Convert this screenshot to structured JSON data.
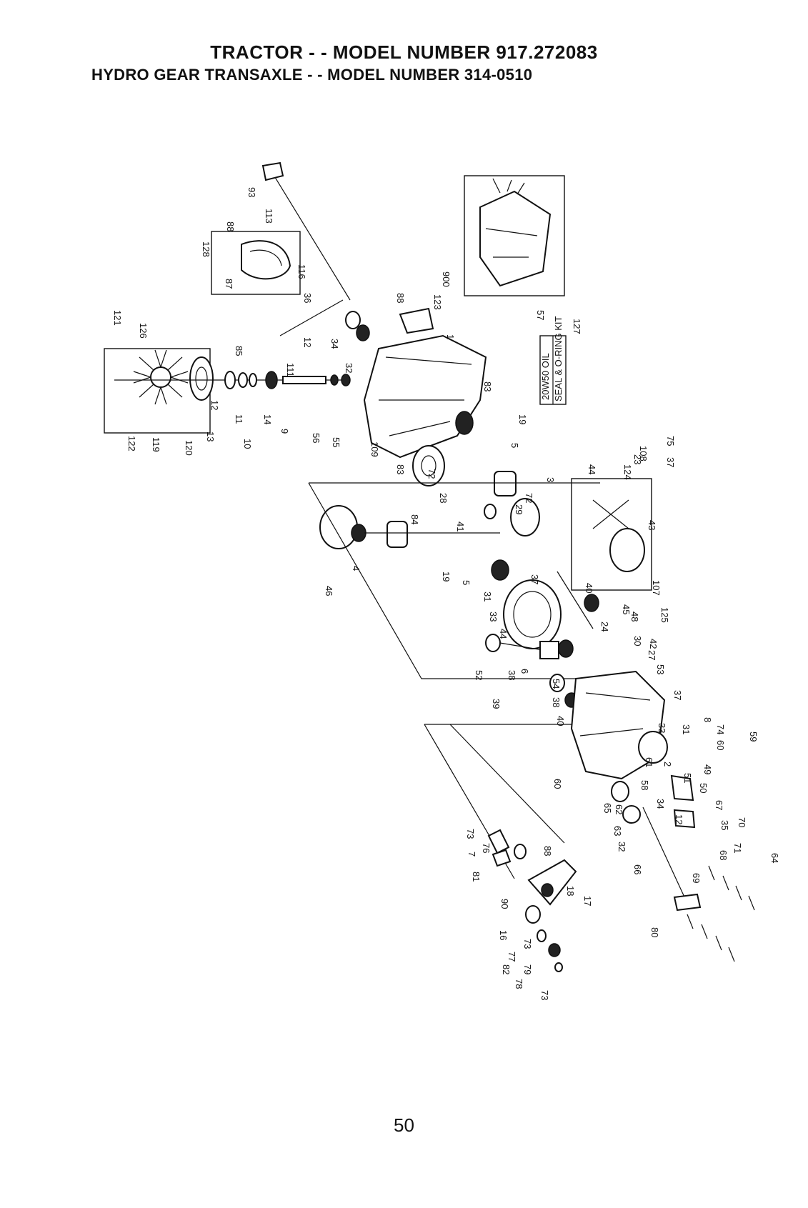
{
  "header": {
    "title_line1": "TRACTOR - - MODEL NUMBER 917.272083",
    "title_line2": "HYDRO GEAR TRANSAXLE - - MODEL NUMBER 314-0510"
  },
  "kit_labels": {
    "oil": "20W50 OIL",
    "seal_kit": "SEAL & O-RING KIT"
  },
  "page_number": "50",
  "callouts": [
    "121",
    "126",
    "122",
    "119",
    "120",
    "13",
    "12",
    "11",
    "10",
    "14",
    "9",
    "56",
    "55",
    "109",
    "85",
    "111",
    "36",
    "116",
    "128",
    "87",
    "88",
    "113",
    "93",
    "12",
    "34",
    "32",
    "88",
    "123",
    "1",
    "83",
    "19",
    "900",
    "57",
    "127",
    "5",
    "83",
    "72",
    "84",
    "28",
    "41",
    "29",
    "72",
    "3",
    "46",
    "4",
    "19",
    "5",
    "31",
    "33",
    "37",
    "40",
    "44",
    "108",
    "124",
    "23",
    "75",
    "37",
    "43",
    "107",
    "45",
    "125",
    "44",
    "24",
    "48",
    "30",
    "42",
    "27",
    "53",
    "52",
    "6",
    "38",
    "39",
    "54",
    "38",
    "40",
    "37",
    "33",
    "31",
    "8",
    "74",
    "60",
    "59",
    "60",
    "61",
    "58",
    "2",
    "51",
    "49",
    "50",
    "67",
    "65",
    "62",
    "63",
    "32",
    "34",
    "12",
    "35",
    "70",
    "71",
    "68",
    "66",
    "69",
    "64",
    "73",
    "7",
    "76",
    "81",
    "88",
    "90",
    "17",
    "18",
    "16",
    "73",
    "77",
    "82",
    "79",
    "78",
    "73",
    "80",
    "93"
  ]
}
